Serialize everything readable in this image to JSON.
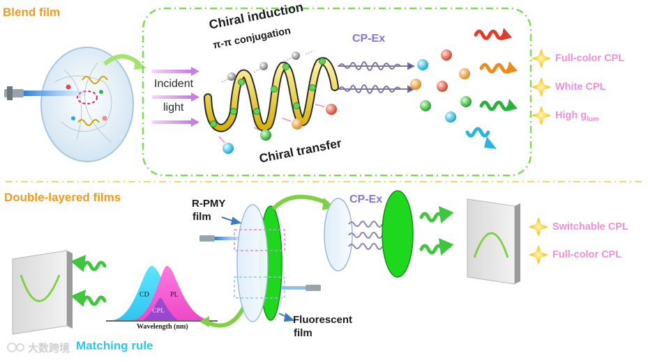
{
  "sections": {
    "top_title": "Blend film",
    "bottom_title": "Double-layered films"
  },
  "top_panel": {
    "incident_line1": "Incident",
    "incident_line2": "light",
    "chiral_induction": "Chiral induction",
    "pi_conjugation": "π-π conjugation",
    "chiral_transfer": "Chiral transfer",
    "cp_ex": "CP-Ex",
    "outcomes": [
      "Full-color CPL",
      "White CPL",
      "High g"
    ],
    "glum_sub": "lum"
  },
  "bottom_panel": {
    "rpmy_film_line1": "R-PMY",
    "rpmy_film_line2": "film",
    "fluorescent_film_line1": "Fluorescent",
    "fluorescent_film_line2": "film",
    "cp_ex": "CP-Ex",
    "outcomes": [
      "Switchable CPL",
      "Full-color CPL"
    ],
    "spectrum": {
      "cd_label": "CD",
      "pl_label": "PL",
      "cpl_label": "CPL",
      "xaxis_label": "Wavelength (nm)"
    },
    "matching_rule": "Matching rule"
  },
  "watermark": "大数跨境",
  "colors": {
    "accent_orange": "#f39a1c",
    "pink_text": "#ef8fd8",
    "cp_ex_purple": "#8a72d8",
    "panel_green": "#7ed957",
    "film_green": "#1fd81f"
  }
}
